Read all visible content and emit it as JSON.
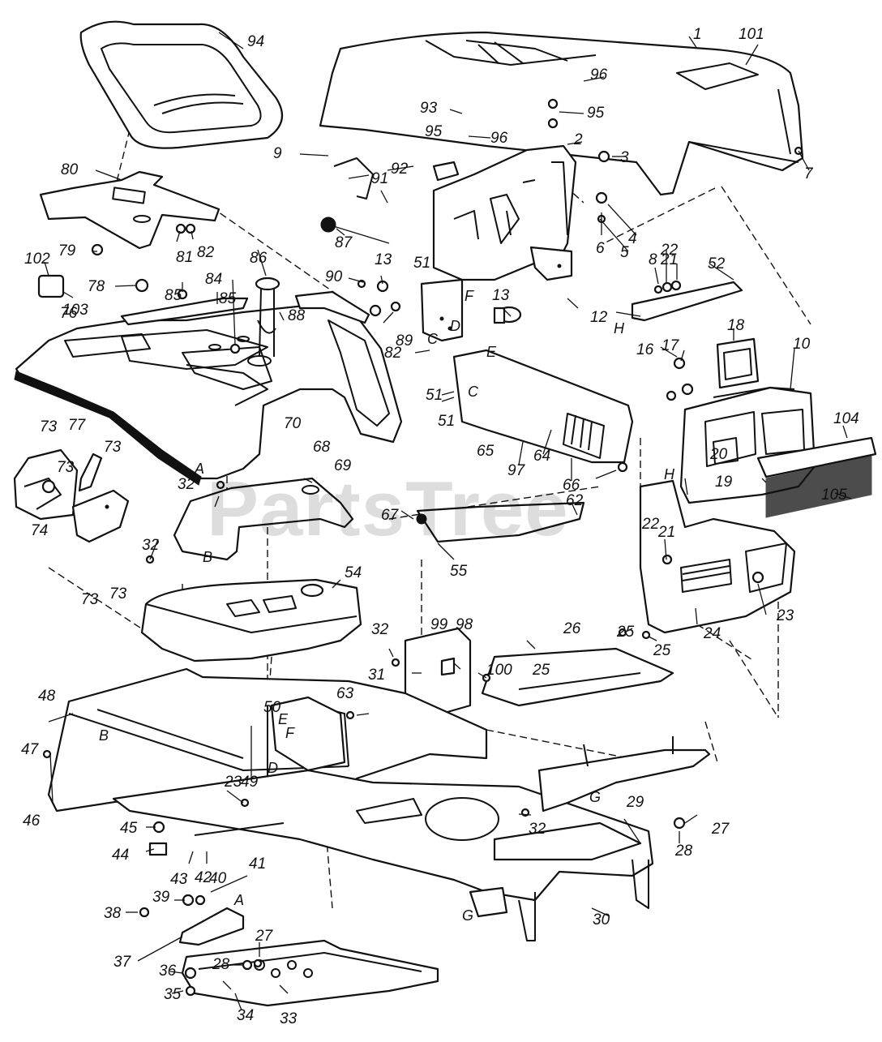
{
  "watermark": "PartsTree",
  "diagram": {
    "part_labels": [
      "1",
      "2",
      "3",
      "4",
      "5",
      "6",
      "7",
      "8",
      "9",
      "10",
      "12",
      "13",
      "13",
      "16",
      "17",
      "18",
      "19",
      "20",
      "21",
      "21",
      "22",
      "22",
      "23",
      "23",
      "24",
      "25",
      "25",
      "25",
      "26",
      "27",
      "27",
      "28",
      "28",
      "29",
      "30",
      "31",
      "32",
      "32",
      "32",
      "32",
      "33",
      "34",
      "35",
      "36",
      "37",
      "38",
      "39",
      "40",
      "41",
      "42",
      "43",
      "44",
      "45",
      "46",
      "47",
      "48",
      "49",
      "50",
      "51",
      "51",
      "51",
      "52",
      "54",
      "55",
      "62",
      "63",
      "64",
      "65",
      "66",
      "67",
      "68",
      "69",
      "70",
      "73",
      "73",
      "73",
      "73",
      "73",
      "74",
      "76",
      "77",
      "78",
      "79",
      "80",
      "81",
      "82",
      "82",
      "84",
      "85",
      "85",
      "86",
      "87",
      "88",
      "89",
      "90",
      "91",
      "92",
      "93",
      "94",
      "95",
      "95",
      "96",
      "96",
      "97",
      "98",
      "99",
      "100",
      "101",
      "102",
      "103",
      "104",
      "105"
    ],
    "reference_letters": [
      "A",
      "A",
      "B",
      "B",
      "C",
      "C",
      "D",
      "D",
      "E",
      "E",
      "F",
      "F",
      "G",
      "G",
      "H",
      "H"
    ]
  }
}
